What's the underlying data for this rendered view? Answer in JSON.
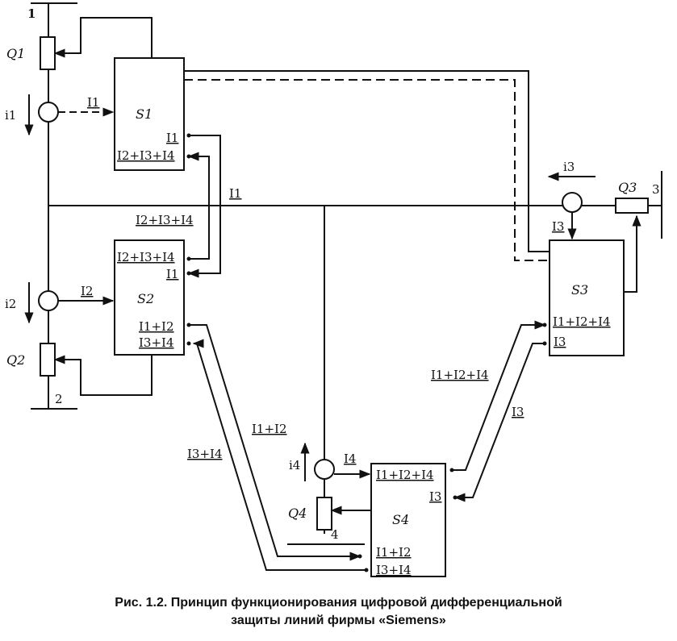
{
  "figure": {
    "caption_line1": "Рис. 1.2. Принцип функционирования цифровой дифференциальной",
    "caption_line2": "защиты линий фирмы «Siemens»",
    "line_color": "#111111"
  },
  "nodes": {
    "n1": "1",
    "n2": "2",
    "n3": "3",
    "n4": "4"
  },
  "breakers": {
    "q1": "Q1",
    "q2": "Q2",
    "q3": "Q3",
    "q4": "Q4"
  },
  "ct_currents": {
    "i1": "i1",
    "i2": "i2",
    "i3": "i3",
    "i4": "i4"
  },
  "blocks": {
    "s1": {
      "title": "S1",
      "input": "I1",
      "port_out": "I1",
      "port_in": "I2+I3+I4"
    },
    "s2": {
      "title": "S2",
      "input": "I2",
      "port_in_top": "I2+I3+I4",
      "port_out_top": "I1",
      "port_a": "I1+I2",
      "port_b": "I3+I4"
    },
    "s3": {
      "title": "S3",
      "input": "I3",
      "port_a": "I1+I2+I4",
      "port_b": "I3"
    },
    "s4": {
      "title": "S4",
      "input": "I4",
      "port_a": "I1+I2+I4",
      "port_b": "I3",
      "port_c": "I1+I2",
      "port_d": "I3+I4"
    }
  },
  "link_labels": {
    "line_i1": "I1",
    "line_sum": "I2+I3+I4",
    "s2_s4_a": "I1+I2",
    "s2_s4_b": "I3+I4",
    "s3_s4_a": "I1+I2+I4",
    "s3_s4_b": "I3"
  }
}
